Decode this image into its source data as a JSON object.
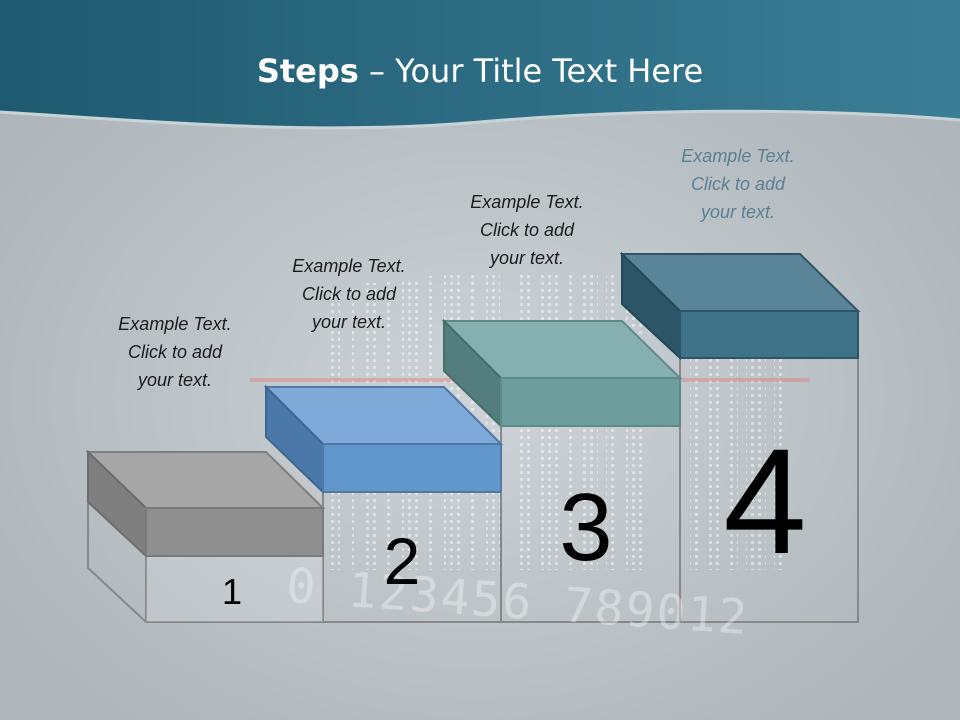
{
  "title": {
    "bold": "Steps",
    "rest": " – Your Title Text Here"
  },
  "steps": [
    {
      "number": "1",
      "line1": "Example Text.",
      "line2": "Click  to add",
      "line3": "your text."
    },
    {
      "number": "2",
      "line1": "Example Text.",
      "line2": "Click  to add",
      "line3": "your text."
    },
    {
      "number": "3",
      "line1": "Example Text.",
      "line2": "Click  to add",
      "line3": "your text."
    },
    {
      "number": "4",
      "line1": "Example Text.",
      "line2": "Click  to add",
      "line3": "your text."
    }
  ],
  "barcode_digits": "0 123456 789012",
  "colors": {
    "header": "#2e6a80",
    "step1": "#9a9a9a",
    "step2": "#6a9acb",
    "step3": "#6f9f9e",
    "step4": "#3f7389"
  }
}
